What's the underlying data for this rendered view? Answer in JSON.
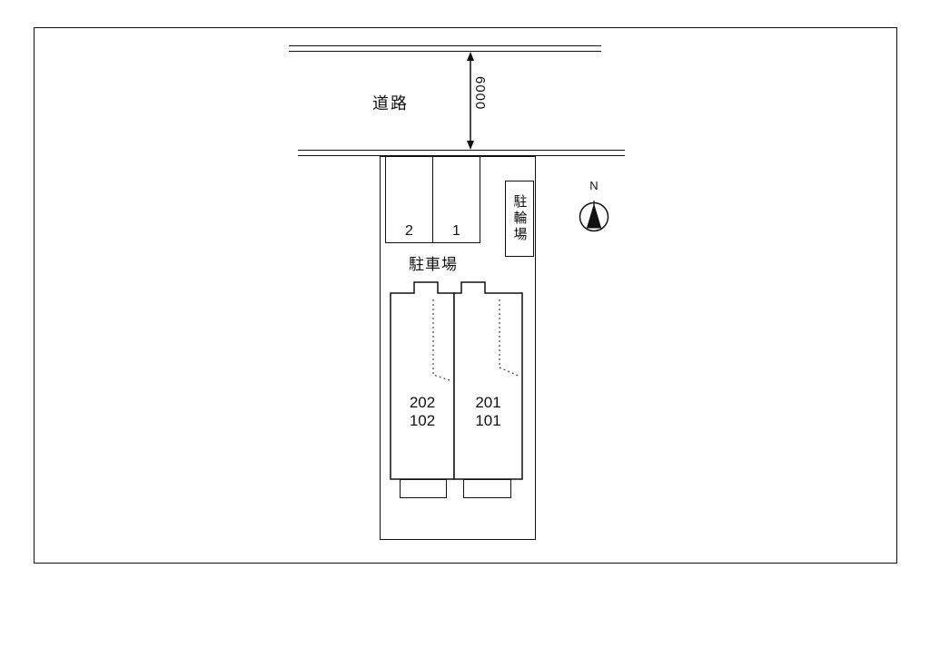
{
  "road": {
    "label": "道路",
    "dimension": "6000"
  },
  "parking": {
    "label": "駐車場",
    "stalls": [
      {
        "number": "2"
      },
      {
        "number": "1"
      }
    ]
  },
  "bicycle_parking": {
    "label": "駐輪場"
  },
  "compass": {
    "north_label": "N"
  },
  "building": {
    "units": [
      {
        "line1": "202",
        "line2": "102"
      },
      {
        "line1": "201",
        "line2": "101"
      }
    ]
  },
  "colors": {
    "line": "#111111",
    "background": "#ffffff"
  }
}
